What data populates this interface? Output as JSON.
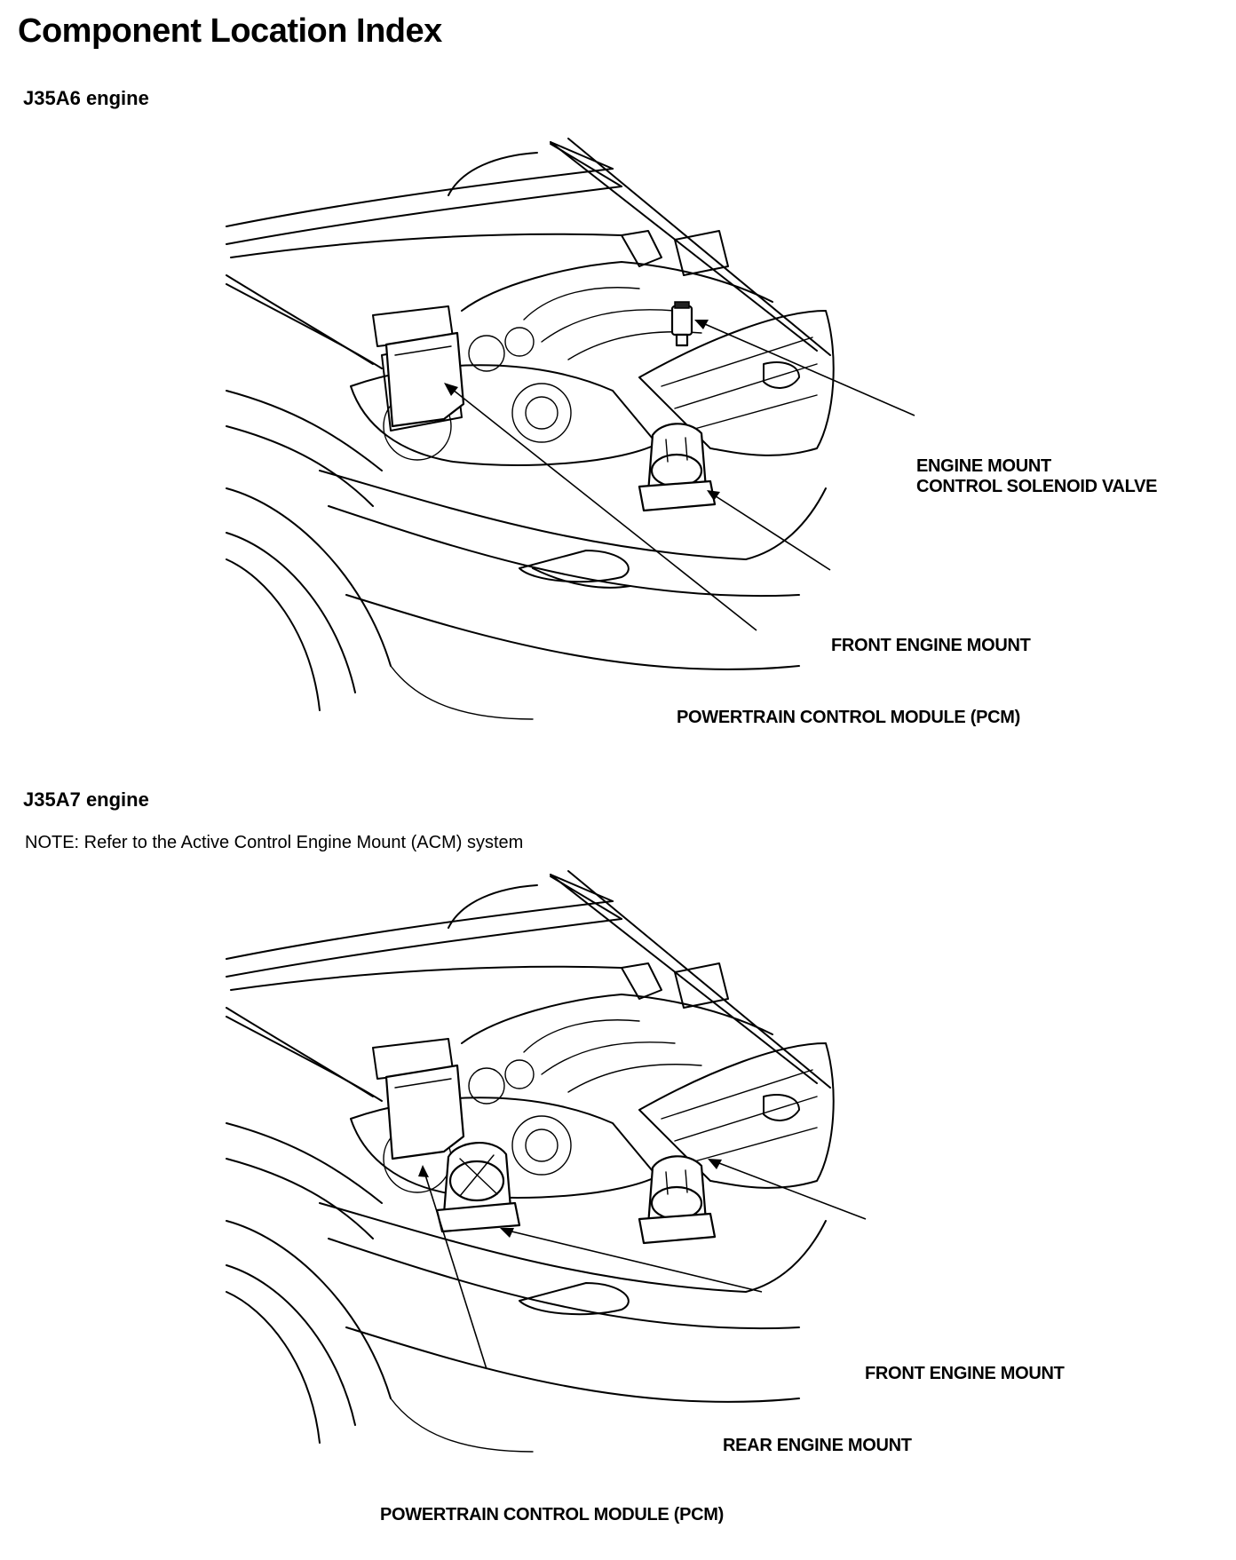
{
  "page": {
    "title": "Component Location Index"
  },
  "sections": [
    {
      "heading": "J35A6 engine",
      "callouts": {
        "solenoid_line1": "ENGINE MOUNT",
        "solenoid_line2": "CONTROL SOLENOID VALVE",
        "front_mount": "FRONT ENGINE MOUNT",
        "pcm": "POWERTRAIN CONTROL MODULE (PCM)"
      }
    },
    {
      "heading": "J35A7 engine",
      "note": "NOTE: Refer to the Active Control Engine Mount (ACM) system",
      "callouts": {
        "front_mount": "FRONT ENGINE MOUNT",
        "rear_mount": "REAR ENGINE MOUNT",
        "pcm": "POWERTRAIN CONTROL MODULE (PCM)"
      }
    }
  ]
}
